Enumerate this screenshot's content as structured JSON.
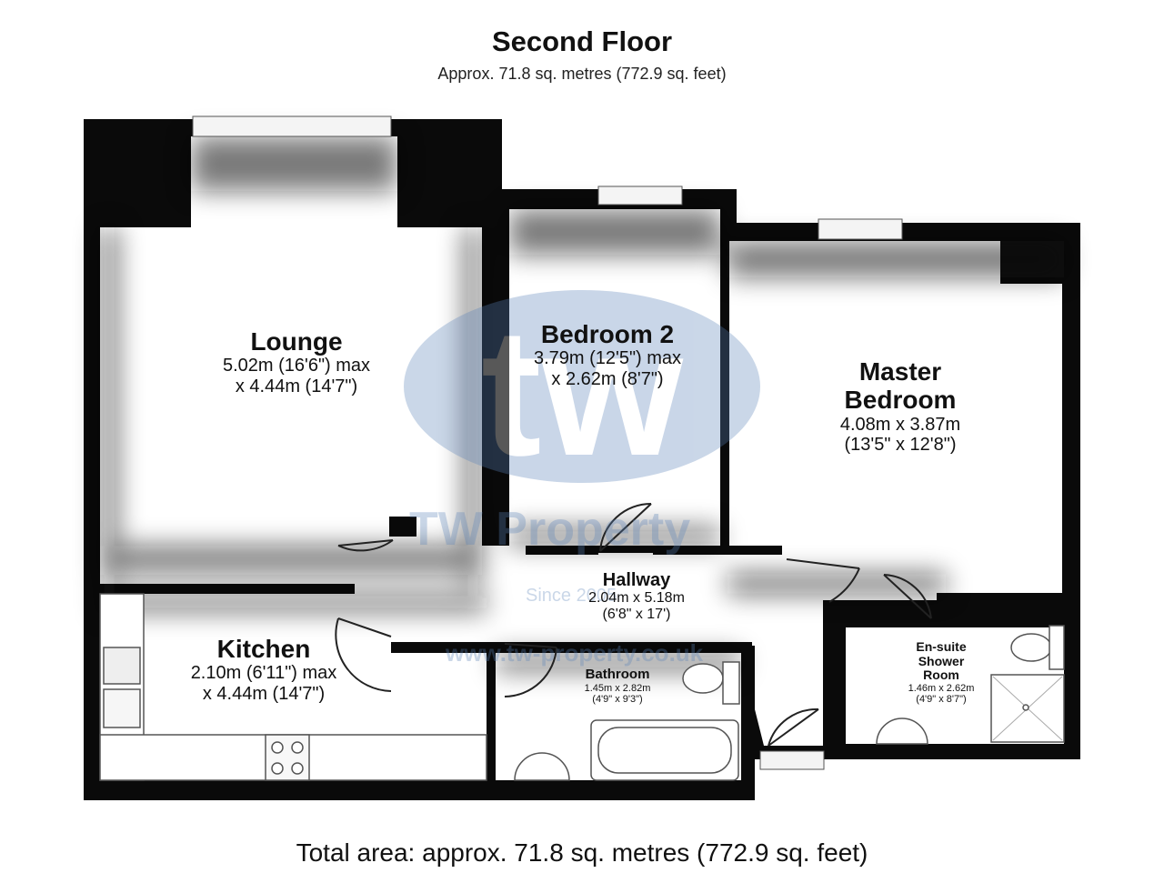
{
  "header": {
    "title": "Second Floor",
    "subtitle": "Approx. 71.8 sq. metres (772.9 sq. feet)"
  },
  "rooms": {
    "lounge": {
      "name": "Lounge",
      "dim1": "5.02m (16'6\") max",
      "dim2": "x 4.44m (14'7\")"
    },
    "bedroom2": {
      "name": "Bedroom 2",
      "dim1": "3.79m (12'5\") max",
      "dim2": "x 2.62m (8'7\")"
    },
    "master": {
      "name1": "Master",
      "name2": "Bedroom",
      "dim1": "4.08m x 3.87m",
      "dim2": "(13'5\" x 12'8\")"
    },
    "kitchen": {
      "name": "Kitchen",
      "dim1": "2.10m (6'11\") max",
      "dim2": "x 4.44m (14'7\")"
    },
    "hallway": {
      "name": "Hallway",
      "dim1": "2.04m x 5.18m",
      "dim2": "(6'8\" x 17')"
    },
    "bathroom": {
      "name": "Bathroom",
      "dim1": "1.45m x 2.82m",
      "dim2": "(4'9\" x 9'3\")"
    },
    "ensuite": {
      "name1": "En-suite",
      "name2": "Shower",
      "name3": "Room",
      "dim1": "1.46m x 2.62m",
      "dim2": "(4'9\" x 8'7\")"
    }
  },
  "watermark": {
    "logo": "tw",
    "brand": "TW Property",
    "tagline": "Since 2005",
    "url": "www.tw-property.co.uk",
    "color": "#5a82b9"
  },
  "footer": {
    "total": "Total area: approx. 71.8 sq. metres (772.9 sq. feet)"
  },
  "colors": {
    "wall": "#0a0a0a",
    "floor": "#ffffff",
    "window": "#f4f4f4"
  }
}
